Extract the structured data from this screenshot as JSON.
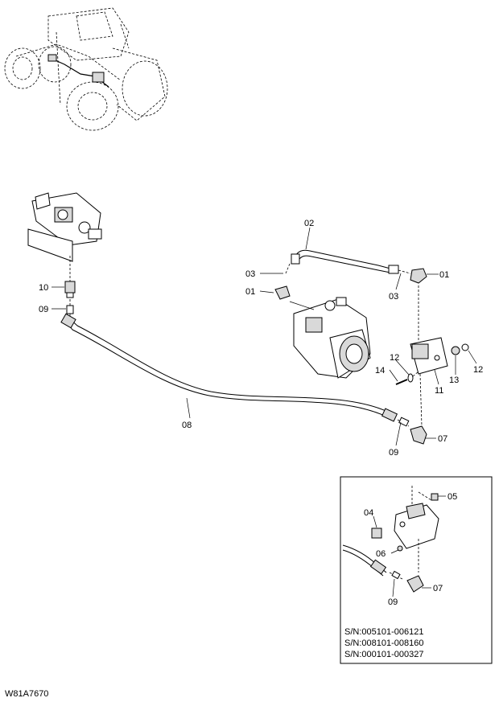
{
  "diagram": {
    "drawing_code": "W81A7670",
    "callouts": {
      "c01_top_right": "01",
      "c01_left": "01",
      "c02": "02",
      "c03_left": "03",
      "c03_right": "03",
      "c07_main": "07",
      "c08": "08",
      "c09_left": "09",
      "c09_main": "09",
      "c10": "10",
      "c11": "11",
      "c12_left": "12",
      "c12_right": "12",
      "c13": "13",
      "c14": "14"
    },
    "inset": {
      "callouts": {
        "c04": "04",
        "c05": "05",
        "c06": "06",
        "c07": "07",
        "c09": "09"
      },
      "serial_ranges": [
        "S/N:005101-006121",
        "S/N:008101-008160",
        "S/N:000101-000327"
      ]
    }
  }
}
